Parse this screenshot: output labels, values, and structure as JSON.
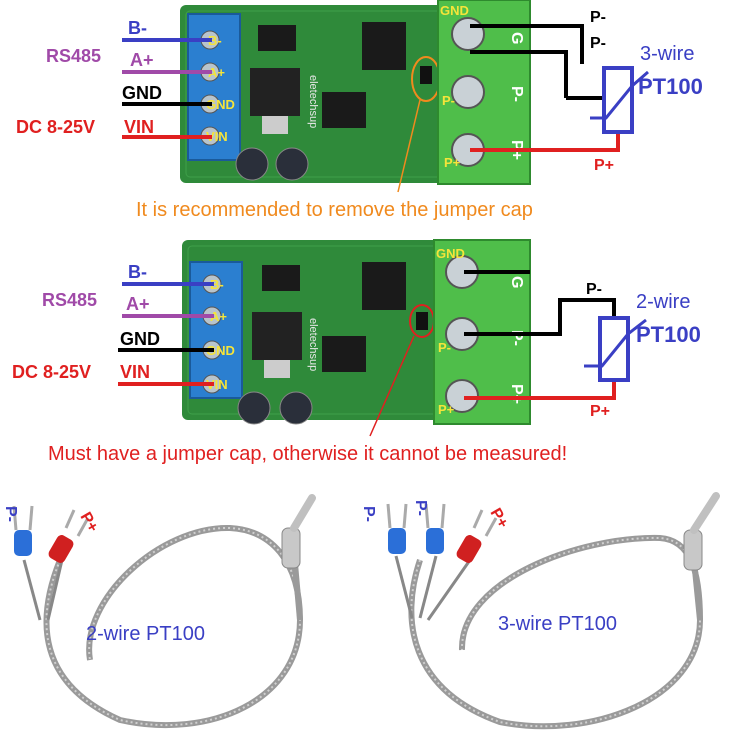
{
  "colors": {
    "blue_wire": "#3a3fc4",
    "purple": "#a04aa8",
    "red": "#e02020",
    "black": "#000000",
    "orange_note": "#f08a1e",
    "red_note": "#e02020",
    "pcb_green": "#2f8a3a",
    "terminal_green": "#4fbe4a",
    "terminal_blue": "#2b7fd0",
    "silk_yellow": "#f5e43a",
    "pt100_blue": "#3a3fc4"
  },
  "top_diagram": {
    "labels": {
      "b_minus": "B-",
      "rs485": "RS485",
      "a_plus": "A+",
      "gnd": "GND",
      "power": "DC 8-25V",
      "vin": "VIN"
    },
    "board_pins": {
      "b": "B-",
      "a": "A+",
      "gnd": "GND",
      "vin": "VIN"
    },
    "board_brand": "eletechsup",
    "terminal_pins": {
      "gnd": "GND",
      "pminus": "P-",
      "pplus": "P+"
    },
    "terminal_side": {
      "g": "G",
      "p": "P-",
      "pp": "P+"
    },
    "wire_labels": {
      "pminus_1": "P-",
      "pminus_2": "P-",
      "pplus": "P+"
    },
    "sensor_type": "3-wire",
    "sensor_name": "PT100",
    "note": "It is recommended to remove the jumper cap"
  },
  "middle_diagram": {
    "labels": {
      "b_minus": "B-",
      "rs485": "RS485",
      "a_plus": "A+",
      "gnd": "GND",
      "power": "DC 8-25V",
      "vin": "VIN"
    },
    "board_pins": {
      "b": "B-",
      "a": "A+",
      "gnd": "GND",
      "vin": "VIN"
    },
    "board_brand": "eletechsup",
    "terminal_pins": {
      "gnd": "GND",
      "pminus": "P-",
      "pplus": "P+"
    },
    "terminal_side": {
      "g": "G",
      "p": "P-",
      "pp": "P+"
    },
    "wire_labels": {
      "pminus": "P-",
      "pplus": "P+"
    },
    "sensor_type": "2-wire",
    "sensor_name": "PT100",
    "note": "Must have a jumper cap, otherwise it cannot be measured!"
  },
  "probes": {
    "left": {
      "caption": "2-wire PT100",
      "lead_minus": "P-",
      "lead_plus": "P+"
    },
    "right": {
      "caption": "3-wire PT100",
      "lead_minus_1": "P-",
      "lead_minus_2": "P-",
      "lead_plus": "P+"
    }
  }
}
